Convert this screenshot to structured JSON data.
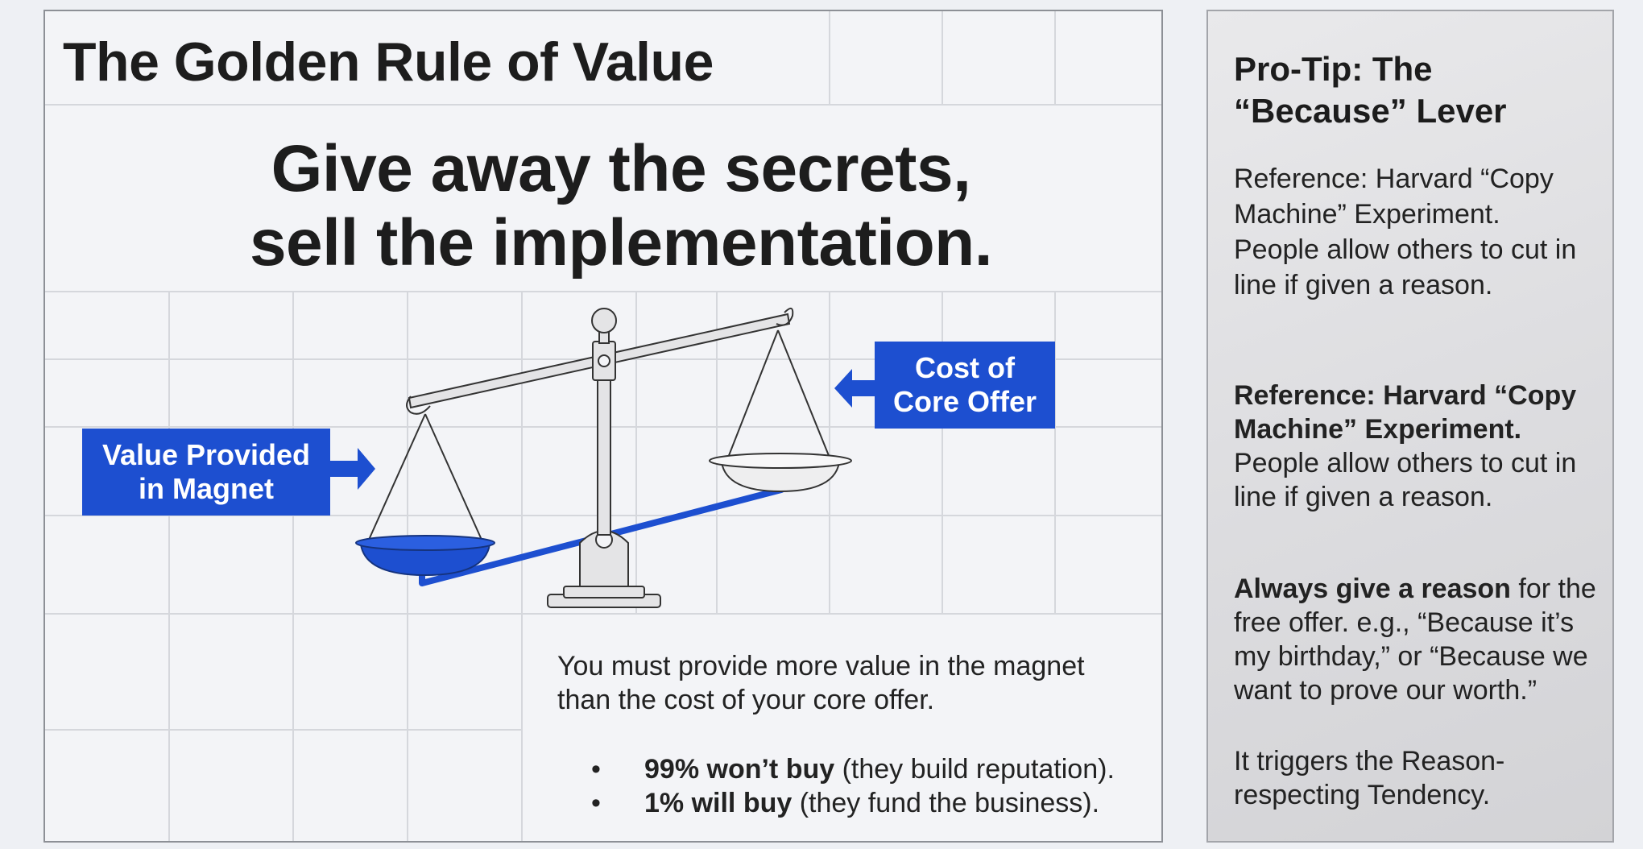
{
  "main": {
    "title": "The Golden Rule of Value",
    "headline_line1": "Give away the secrets,",
    "headline_line2": "sell the implementation.",
    "label_magnet_line1": "Value Provided",
    "label_magnet_line2": "in Magnet",
    "label_cost_line1": "Cost of",
    "label_cost_line2": "Core Offer",
    "explanation": "You must provide more value in the magnet than the cost of your core offer.",
    "bullet_marker": "•",
    "bullets": [
      {
        "bold": "99% won’t buy",
        "rest": " (they build reputation)."
      },
      {
        "bold": "1% will buy",
        "rest": " (they fund the business)."
      }
    ]
  },
  "side": {
    "title_line1": "Pro-Tip: The",
    "title_line2": "“Because” Lever",
    "reference_plain": "Reference: Harvard “Copy Machine” Experiment. People allow others to cut in line if given a reason.",
    "reference_bold": "Reference: Harvard “Copy Machine” Experiment.",
    "reference_rest": " People allow others to cut in line if given a reason.",
    "reason_bold": "Always give a reason",
    "reason_rest": " for the free offer. e.g., “Because it’s my birthday,” or “Because we want to prove our worth.”",
    "trigger_text": "It triggers the Reason-respecting Tendency."
  },
  "colors": {
    "accent_blue": "#1d4fd0",
    "panel_bg": "#f3f4f7",
    "side_bg": "#dcdcdf",
    "grid_line": "#d5d7dc"
  },
  "icons": {
    "scale": "balance-scale-icon",
    "arrow_magnet": "arrow-right-icon",
    "arrow_cost": "arrow-left-icon"
  }
}
